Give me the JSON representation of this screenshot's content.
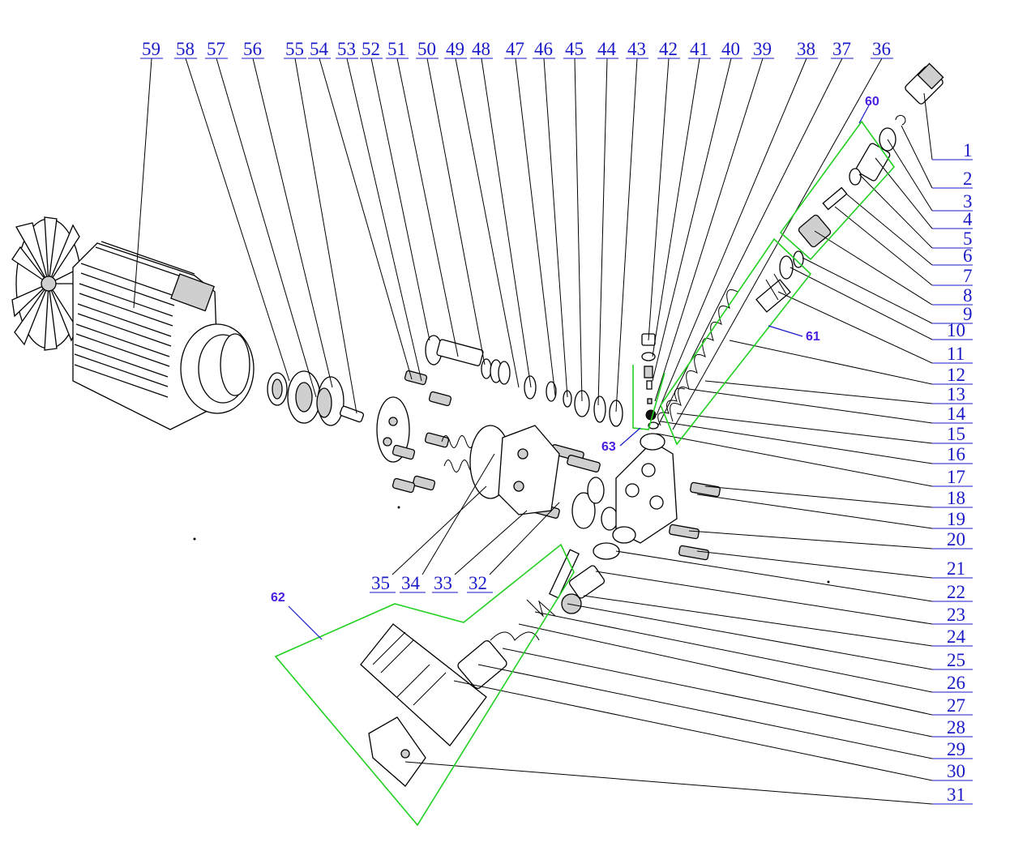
{
  "top_labels": [
    "59",
    "58",
    "57",
    "56",
    "55",
    "54",
    "53",
    "52",
    "51",
    "50",
    "49",
    "48",
    "47",
    "46",
    "45",
    "44",
    "43",
    "42",
    "41",
    "40",
    "39",
    "38",
    "37",
    "36"
  ],
  "right_labels": [
    "1",
    "2",
    "3",
    "4",
    "5",
    "6",
    "7",
    "8",
    "9",
    "10",
    "11",
    "12",
    "13",
    "14",
    "15",
    "16",
    "17",
    "18",
    "19",
    "20",
    "21",
    "22",
    "23",
    "24",
    "25",
    "26",
    "27",
    "28",
    "29",
    "30",
    "31"
  ],
  "bottom_labels": [
    "35",
    "34",
    "33",
    "32"
  ],
  "group_labels": [
    "60",
    "61",
    "62",
    "63"
  ]
}
